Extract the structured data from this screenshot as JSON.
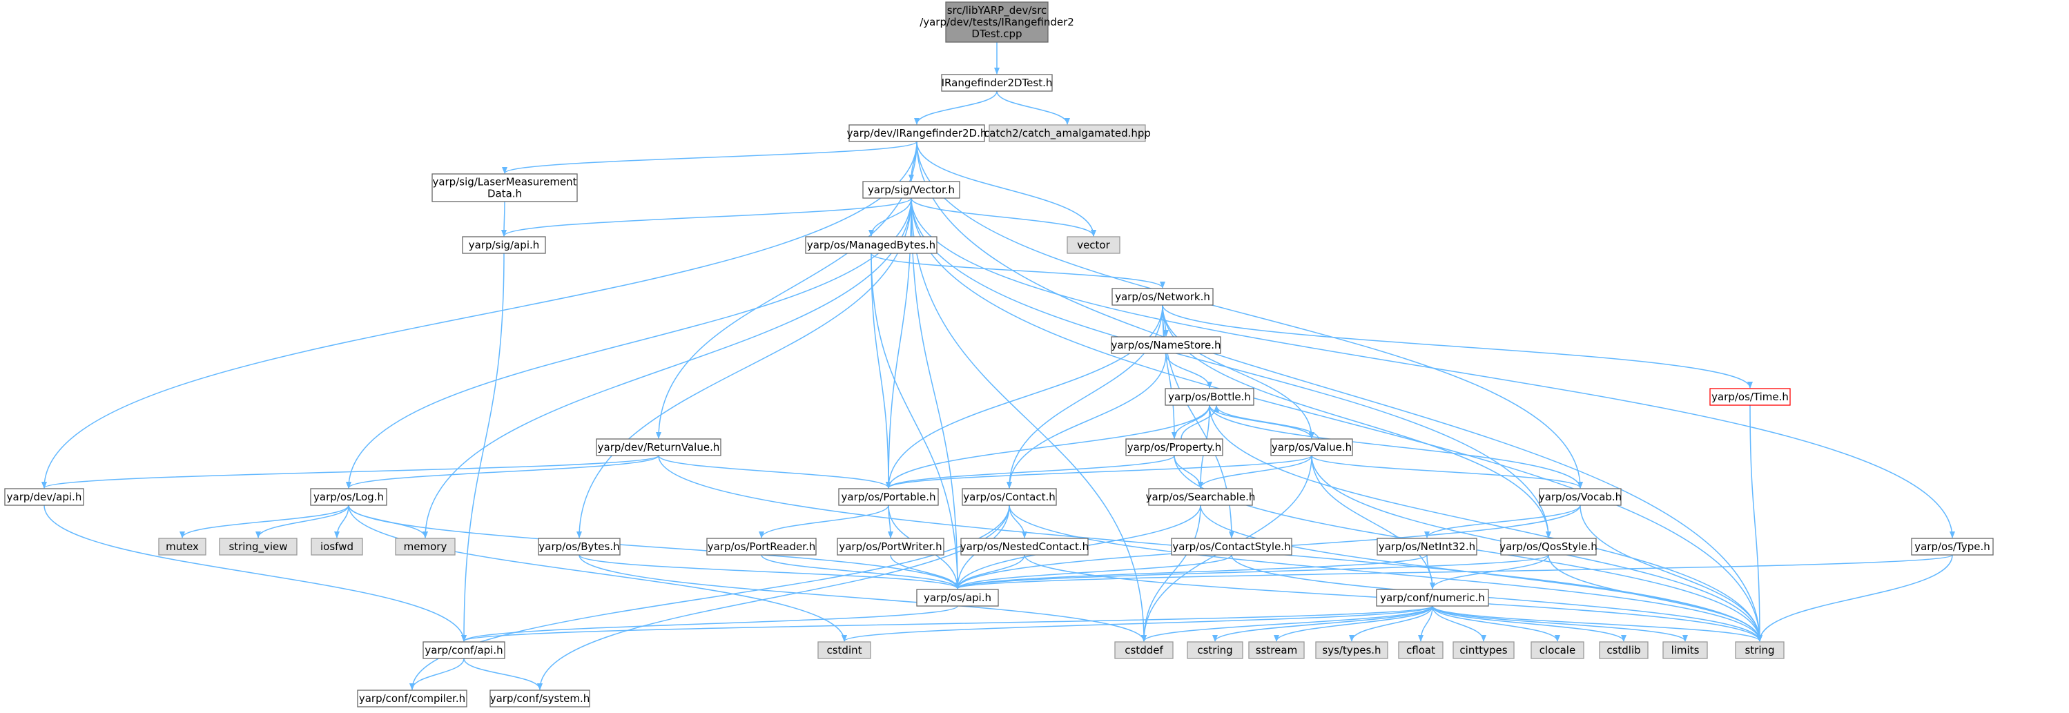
{
  "colors": {
    "root_fill": "#999999",
    "file_fill": "#ffffff",
    "system_fill": "#e0e0e0",
    "border": "#666666",
    "border_error": "#ff0000",
    "edge": "#63b8ff"
  },
  "nodes": {
    "root": {
      "lines": [
        "src/libYARP_dev/src",
        "/yarp/dev/tests/IRangefinder2",
        "DTest.cpp"
      ],
      "kind": "root"
    },
    "irtest_h": {
      "lines": [
        "IRangefinder2DTest.h"
      ],
      "kind": "file"
    },
    "irange_h": {
      "lines": [
        "yarp/dev/IRangefinder2D.h"
      ],
      "kind": "file"
    },
    "catch2": {
      "lines": [
        "catch2/catch_amalgamated.hpp"
      ],
      "kind": "system"
    },
    "lasermeas": {
      "lines": [
        "yarp/sig/LaserMeasurement",
        "Data.h"
      ],
      "kind": "file"
    },
    "vector_h": {
      "lines": [
        "yarp/sig/Vector.h"
      ],
      "kind": "file"
    },
    "vector": {
      "lines": [
        "vector"
      ],
      "kind": "system"
    },
    "sig_api": {
      "lines": [
        "yarp/sig/api.h"
      ],
      "kind": "file"
    },
    "managedbytes": {
      "lines": [
        "yarp/os/ManagedBytes.h"
      ],
      "kind": "file"
    },
    "network": {
      "lines": [
        "yarp/os/Network.h"
      ],
      "kind": "file"
    },
    "namestore": {
      "lines": [
        "yarp/os/NameStore.h"
      ],
      "kind": "file"
    },
    "bottle": {
      "lines": [
        "yarp/os/Bottle.h"
      ],
      "kind": "file"
    },
    "time": {
      "lines": [
        "yarp/os/Time.h"
      ],
      "kind": "error"
    },
    "returnvalue": {
      "lines": [
        "yarp/dev/ReturnValue.h"
      ],
      "kind": "file"
    },
    "property": {
      "lines": [
        "yarp/os/Property.h"
      ],
      "kind": "file"
    },
    "value": {
      "lines": [
        "yarp/os/Value.h"
      ],
      "kind": "file"
    },
    "dev_api": {
      "lines": [
        "yarp/dev/api.h"
      ],
      "kind": "file"
    },
    "log": {
      "lines": [
        "yarp/os/Log.h"
      ],
      "kind": "file"
    },
    "portable": {
      "lines": [
        "yarp/os/Portable.h"
      ],
      "kind": "file"
    },
    "contact": {
      "lines": [
        "yarp/os/Contact.h"
      ],
      "kind": "file"
    },
    "searchable": {
      "lines": [
        "yarp/os/Searchable.h"
      ],
      "kind": "file"
    },
    "vocab": {
      "lines": [
        "yarp/os/Vocab.h"
      ],
      "kind": "file"
    },
    "mutex": {
      "lines": [
        "mutex"
      ],
      "kind": "system"
    },
    "string_view": {
      "lines": [
        "string_view"
      ],
      "kind": "system"
    },
    "iosfwd": {
      "lines": [
        "iosfwd"
      ],
      "kind": "system"
    },
    "memory": {
      "lines": [
        "memory"
      ],
      "kind": "system"
    },
    "bytes": {
      "lines": [
        "yarp/os/Bytes.h"
      ],
      "kind": "file"
    },
    "portreader": {
      "lines": [
        "yarp/os/PortReader.h"
      ],
      "kind": "file"
    },
    "portwriter": {
      "lines": [
        "yarp/os/PortWriter.h"
      ],
      "kind": "file"
    },
    "nestedcontact": {
      "lines": [
        "yarp/os/NestedContact.h"
      ],
      "kind": "file"
    },
    "contactstyle": {
      "lines": [
        "yarp/os/ContactStyle.h"
      ],
      "kind": "file"
    },
    "netint32": {
      "lines": [
        "yarp/os/NetInt32.h"
      ],
      "kind": "file"
    },
    "qosstyle": {
      "lines": [
        "yarp/os/QosStyle.h"
      ],
      "kind": "file"
    },
    "type": {
      "lines": [
        "yarp/os/Type.h"
      ],
      "kind": "file"
    },
    "os_api": {
      "lines": [
        "yarp/os/api.h"
      ],
      "kind": "file"
    },
    "numeric": {
      "lines": [
        "yarp/conf/numeric.h"
      ],
      "kind": "file"
    },
    "conf_api": {
      "lines": [
        "yarp/conf/api.h"
      ],
      "kind": "file"
    },
    "cstdint": {
      "lines": [
        "cstdint"
      ],
      "kind": "system"
    },
    "cstddef": {
      "lines": [
        "cstddef"
      ],
      "kind": "system"
    },
    "cstring": {
      "lines": [
        "cstring"
      ],
      "kind": "system"
    },
    "sstream": {
      "lines": [
        "sstream"
      ],
      "kind": "system"
    },
    "systypes": {
      "lines": [
        "sys/types.h"
      ],
      "kind": "system"
    },
    "cfloat": {
      "lines": [
        "cfloat"
      ],
      "kind": "system"
    },
    "cinttypes": {
      "lines": [
        "cinttypes"
      ],
      "kind": "system"
    },
    "clocale": {
      "lines": [
        "clocale"
      ],
      "kind": "system"
    },
    "cstdlib": {
      "lines": [
        "cstdlib"
      ],
      "kind": "system"
    },
    "limits": {
      "lines": [
        "limits"
      ],
      "kind": "system"
    },
    "string": {
      "lines": [
        "string"
      ],
      "kind": "system"
    },
    "compiler": {
      "lines": [
        "yarp/conf/compiler.h"
      ],
      "kind": "file"
    },
    "system": {
      "lines": [
        "yarp/conf/system.h"
      ],
      "kind": "file"
    }
  },
  "edges": [
    [
      "root",
      "irtest_h"
    ],
    [
      "irtest_h",
      "irange_h"
    ],
    [
      "irtest_h",
      "catch2"
    ],
    [
      "irange_h",
      "lasermeas"
    ],
    [
      "irange_h",
      "vector_h"
    ],
    [
      "irange_h",
      "vector"
    ],
    [
      "irange_h",
      "returnvalue"
    ],
    [
      "irange_h",
      "dev_api"
    ],
    [
      "irange_h",
      "vocab"
    ],
    [
      "irange_h",
      "string"
    ],
    [
      "lasermeas",
      "sig_api"
    ],
    [
      "sig_api",
      "conf_api"
    ],
    [
      "vector_h",
      "sig_api"
    ],
    [
      "vector_h",
      "managedbytes"
    ],
    [
      "vector_h",
      "log"
    ],
    [
      "vector_h",
      "portable"
    ],
    [
      "vector_h",
      "memory"
    ],
    [
      "vector_h",
      "bytes"
    ],
    [
      "vector_h",
      "os_api"
    ],
    [
      "vector_h",
      "type"
    ],
    [
      "vector_h",
      "vector"
    ],
    [
      "vector_h",
      "string"
    ],
    [
      "vector_h",
      "cstddef"
    ],
    [
      "vector_h",
      "qosstyle"
    ],
    [
      "managedbytes",
      "network"
    ],
    [
      "managedbytes",
      "portable"
    ],
    [
      "managedbytes",
      "os_api"
    ],
    [
      "network",
      "namestore"
    ],
    [
      "network",
      "time"
    ],
    [
      "network",
      "contact"
    ],
    [
      "network",
      "portable"
    ],
    [
      "network",
      "property"
    ],
    [
      "network",
      "value"
    ],
    [
      "network",
      "contactstyle"
    ],
    [
      "network",
      "qosstyle"
    ],
    [
      "namestore",
      "bottle"
    ],
    [
      "namestore",
      "contact"
    ],
    [
      "bottle",
      "property"
    ],
    [
      "bottle",
      "value"
    ],
    [
      "bottle",
      "portable"
    ],
    [
      "bottle",
      "searchable"
    ],
    [
      "bottle",
      "vocab"
    ],
    [
      "bottle",
      "string"
    ],
    [
      "property",
      "bottle"
    ],
    [
      "property",
      "portable"
    ],
    [
      "property",
      "searchable"
    ],
    [
      "property",
      "string"
    ],
    [
      "value",
      "bottle"
    ],
    [
      "value",
      "portable"
    ],
    [
      "value",
      "searchable"
    ],
    [
      "value",
      "vocab"
    ],
    [
      "value",
      "numeric"
    ],
    [
      "value",
      "cstddef"
    ],
    [
      "value",
      "string"
    ],
    [
      "time",
      "string"
    ],
    [
      "returnvalue",
      "dev_api"
    ],
    [
      "returnvalue",
      "log"
    ],
    [
      "returnvalue",
      "portable"
    ],
    [
      "returnvalue",
      "string"
    ],
    [
      "dev_api",
      "conf_api"
    ],
    [
      "log",
      "mutex"
    ],
    [
      "log",
      "string_view"
    ],
    [
      "log",
      "iosfwd"
    ],
    [
      "log",
      "memory"
    ],
    [
      "log",
      "os_api"
    ],
    [
      "log",
      "cstdint"
    ],
    [
      "portable",
      "portreader"
    ],
    [
      "portable",
      "portwriter"
    ],
    [
      "portable",
      "os_api"
    ],
    [
      "contact",
      "nestedcontact"
    ],
    [
      "contact",
      "os_api"
    ],
    [
      "contact",
      "string"
    ],
    [
      "contact",
      "compiler"
    ],
    [
      "contact",
      "system"
    ],
    [
      "searchable",
      "os_api"
    ],
    [
      "searchable",
      "cstddef"
    ],
    [
      "searchable",
      "string"
    ],
    [
      "vocab",
      "os_api"
    ],
    [
      "vocab",
      "string"
    ],
    [
      "vocab",
      "netint32"
    ],
    [
      "portreader",
      "os_api"
    ],
    [
      "portwriter",
      "os_api"
    ],
    [
      "nestedcontact",
      "os_api"
    ],
    [
      "nestedcontact",
      "string"
    ],
    [
      "contactstyle",
      "os_api"
    ],
    [
      "contactstyle",
      "string"
    ],
    [
      "netint32",
      "numeric"
    ],
    [
      "netint32",
      "os_api"
    ],
    [
      "qosstyle",
      "os_api"
    ],
    [
      "qosstyle",
      "numeric"
    ],
    [
      "qosstyle",
      "string"
    ],
    [
      "type",
      "os_api"
    ],
    [
      "type",
      "string"
    ],
    [
      "bytes",
      "os_api"
    ],
    [
      "bytes",
      "cstddef"
    ],
    [
      "os_api",
      "conf_api"
    ],
    [
      "numeric",
      "conf_api"
    ],
    [
      "numeric",
      "cstdint"
    ],
    [
      "numeric",
      "cstddef"
    ],
    [
      "numeric",
      "cstring"
    ],
    [
      "numeric",
      "sstream"
    ],
    [
      "numeric",
      "systypes"
    ],
    [
      "numeric",
      "cfloat"
    ],
    [
      "numeric",
      "cinttypes"
    ],
    [
      "numeric",
      "clocale"
    ],
    [
      "numeric",
      "cstdlib"
    ],
    [
      "numeric",
      "limits"
    ],
    [
      "numeric",
      "string"
    ],
    [
      "conf_api",
      "compiler"
    ],
    [
      "conf_api",
      "system"
    ]
  ]
}
